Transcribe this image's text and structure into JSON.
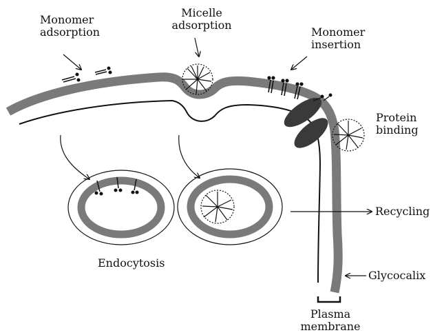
{
  "labels": {
    "monomer_adsorption": [
      "Monomer",
      "adsorption"
    ],
    "micelle_adsorption": [
      "Micelle",
      "adsorption"
    ],
    "monomer_insertion": [
      "Monomer",
      "insertion"
    ],
    "protein_binding": [
      "Protein",
      "binding"
    ],
    "recycling": "Recycling",
    "endocytosis": "Endocytosis",
    "glycocalix": "Glycocalix",
    "plasma_membrane": [
      "Plasma",
      "membrane"
    ]
  },
  "colors": {
    "membrane_gray": "#7a7a7a",
    "protein_dark": "#3a3a3a",
    "line": "#111111"
  }
}
